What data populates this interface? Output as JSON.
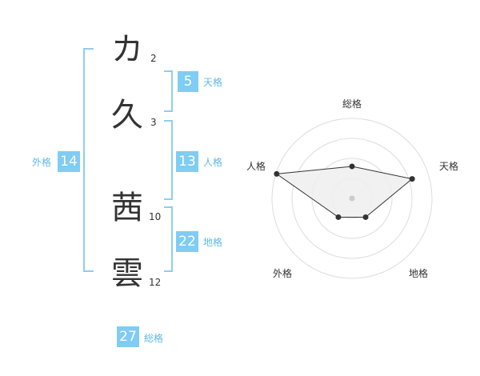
{
  "name_chars": [
    {
      "char": "カ",
      "strokes": "2"
    },
    {
      "char": "久",
      "strokes": "3"
    },
    {
      "char": "茜",
      "strokes": "10"
    },
    {
      "char": "雲",
      "strokes": "12"
    }
  ],
  "kaku": {
    "tenkaku": {
      "value": "5",
      "label": "天格"
    },
    "jinkaku": {
      "value": "13",
      "label": "人格"
    },
    "chikaku": {
      "value": "22",
      "label": "地格"
    },
    "gaikaku": {
      "value": "14",
      "label": "外格"
    },
    "soukaku": {
      "value": "27",
      "label": "総格"
    }
  },
  "chart_data": {
    "type": "radar",
    "axes": [
      "総格",
      "天格",
      "地格",
      "外格",
      "人格"
    ],
    "values": [
      0.4,
      0.79,
      0.29,
      0.29,
      0.99
    ],
    "max": 1,
    "rings": 4,
    "line_color": "#333333",
    "fill_color": "#eeeeee",
    "ring_color": "#dddddd"
  }
}
